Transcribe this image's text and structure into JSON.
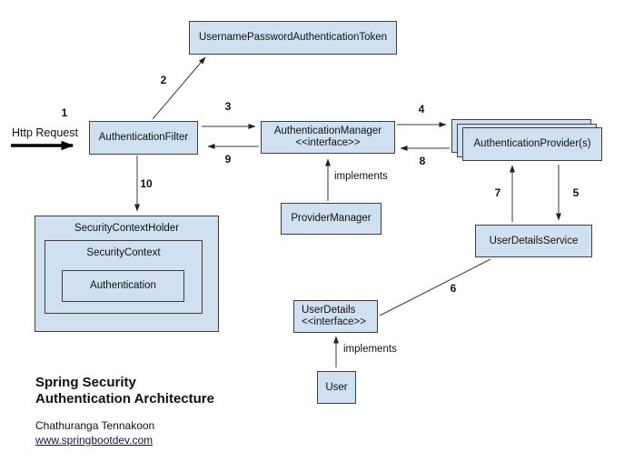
{
  "colors": {
    "box_fill": "#cfe0f0",
    "box_border": "#3f3f3f",
    "line_color": "#3a3a3a",
    "link_color": "#111144",
    "text_color": "#111111"
  },
  "diagram": {
    "boxes": {
      "token": "UsernamePasswordAuthenticationToken",
      "filter": "AuthenticationFilter",
      "manager_name": "AuthenticationManager",
      "manager_stereotype": "<<interface>>",
      "providers": "AuthenticationProvider(s)",
      "provider_manager": "ProviderManager",
      "security_context_holder": "SecurityContextHolder",
      "security_context": "SecurityContext",
      "authentication": "Authentication",
      "user_details_service": "UserDetailsService",
      "user_details_name": "UserDetails",
      "user_details_stereotype": "<<interface>>",
      "user": "User"
    },
    "steps": {
      "s1": "1",
      "s2": "2",
      "s3": "3",
      "s4": "4",
      "s5": "5",
      "s6": "6",
      "s7": "7",
      "s8": "8",
      "s9": "9",
      "s10": "10"
    },
    "labels": {
      "http_request": "Http Request",
      "implements_manager": "implements",
      "implements_user_details": "implements"
    }
  },
  "footer": {
    "title_line1": "Spring Security",
    "title_line2": "Authentication Architecture",
    "author": "Chathuranga Tennakoon",
    "link": "www.springbootdev.com"
  }
}
